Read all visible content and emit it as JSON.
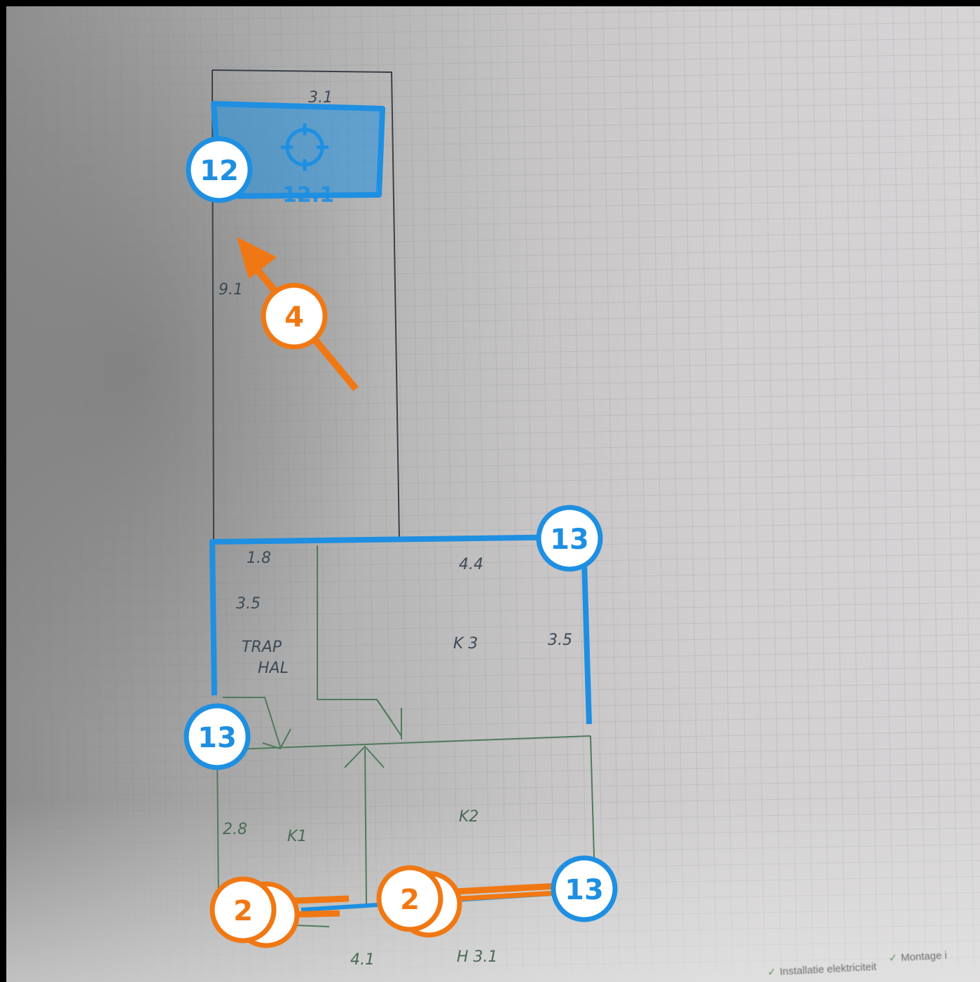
{
  "annotations": {
    "area_label": "12",
    "zone_label": "12.1",
    "arrow_label": "4",
    "polygon_label_top": "13",
    "polygon_label_left": "13",
    "line_end_label": "13",
    "dimension_label_left": "2",
    "dimension_label_mid": "2",
    "colors": {
      "blue": "#1e8fe1",
      "orange": "#f07814",
      "badge_fill": "#ffffff"
    },
    "icons": {
      "target": "crosshair-icon"
    }
  },
  "sketch_labels": {
    "top_room": "3.1",
    "left_dim": "9.1",
    "hall_w": "1.8",
    "hall_h": "3.5",
    "hall_name_1": "TRAP",
    "hall_name_2": "HAL",
    "room_w": "4.4",
    "room_name": "K 3",
    "room_h": "3.5",
    "k1_dim": "2.8",
    "k1_name": "K1",
    "k2_name": "K2",
    "bottom_left": "4.1",
    "bottom_right": "H 3.1"
  },
  "toolbar": {
    "item_1": "Installatie elektriciteit",
    "item_2": "Montage i"
  }
}
